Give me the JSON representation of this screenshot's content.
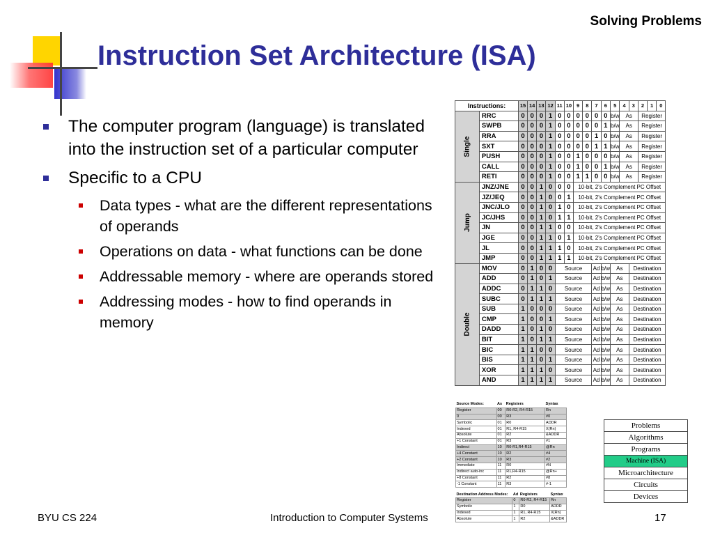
{
  "header": {
    "section": "Solving Problems",
    "title": "Instruction Set Architecture (ISA)"
  },
  "bullets": [
    {
      "text": "The computer program (language) is translated into the instruction set of a particular computer",
      "sub": []
    },
    {
      "text": "Specific to a CPU",
      "sub": [
        "Data types - what are the different representations of operands",
        "Operations on data - what functions can be done",
        "Addressable memory - where are operands stored",
        "Addressing modes - how to find operands in memory"
      ]
    }
  ],
  "isa": {
    "header_label": "Instructions:",
    "bits": [
      "15",
      "14",
      "13",
      "12",
      "11",
      "10",
      "9",
      "8",
      "7",
      "6",
      "5",
      "4",
      "3",
      "2",
      "1",
      "0"
    ],
    "groups": [
      {
        "name": "Single",
        "rows": [
          {
            "m": "RRC",
            "b": "0001000000",
            "bw": "b/w",
            "as": "As",
            "dst": "Register"
          },
          {
            "m": "SWPB",
            "b": "0001000001",
            "bw": "b/w",
            "as": "As",
            "dst": "Register"
          },
          {
            "m": "RRA",
            "b": "0001000010",
            "bw": "b/w",
            "as": "As",
            "dst": "Register"
          },
          {
            "m": "SXT",
            "b": "0001000011",
            "bw": "b/w",
            "as": "As",
            "dst": "Register"
          },
          {
            "m": "PUSH",
            "b": "0001001000",
            "bw": "b/w",
            "as": "As",
            "dst": "Register"
          },
          {
            "m": "CALL",
            "b": "0001001001",
            "bw": "b/w",
            "as": "As",
            "dst": "Register"
          },
          {
            "m": "RETI",
            "b": "0001001100",
            "bw": "b/w",
            "as": "As",
            "dst": "Register"
          }
        ]
      },
      {
        "name": "Jump",
        "rows": [
          {
            "m": "JNZ/JNE",
            "b": "001000"
          },
          {
            "m": "JZ/JEQ",
            "b": "001001"
          },
          {
            "m": "JNC/JLO",
            "b": "001010"
          },
          {
            "m": "JC/JHS",
            "b": "001011"
          },
          {
            "m": "JN",
            "b": "001100"
          },
          {
            "m": "JGE",
            "b": "001101"
          },
          {
            "m": "JL",
            "b": "001110"
          },
          {
            "m": "JMP",
            "b": "001111"
          }
        ],
        "offset": "10-bit, 2's Complement PC Offset"
      },
      {
        "name": "Double",
        "rows": [
          {
            "m": "MOV",
            "b": "0100"
          },
          {
            "m": "ADD",
            "b": "0101"
          },
          {
            "m": "ADDC",
            "b": "0110"
          },
          {
            "m": "SUBC",
            "b": "0111"
          },
          {
            "m": "SUB",
            "b": "1000"
          },
          {
            "m": "CMP",
            "b": "1001"
          },
          {
            "m": "DADD",
            "b": "1010"
          },
          {
            "m": "BIT",
            "b": "1011"
          },
          {
            "m": "BIC",
            "b": "1100"
          },
          {
            "m": "BIS",
            "b": "1101"
          },
          {
            "m": "XOR",
            "b": "1110"
          },
          {
            "m": "AND",
            "b": "1111"
          }
        ],
        "src": "Source",
        "ad": "Ad",
        "bw": "b/w",
        "as": "As",
        "dst": "Destination"
      }
    ]
  },
  "source_modes": {
    "headers": [
      "Source Modes:",
      "As",
      "Registers",
      "Syntax"
    ],
    "rows": [
      [
        "Register",
        "00",
        "R0-R2, R4-R15",
        "Rn",
        true
      ],
      [
        "0",
        "00",
        "R3",
        "#0",
        true
      ],
      [
        "Symbolic",
        "01",
        "R0",
        "ADDR",
        false
      ],
      [
        "Indexed",
        "01",
        "R1, R4-R15",
        "X(Rn)",
        false
      ],
      [
        "Absolute",
        "01",
        "R2",
        "&ADDR",
        false
      ],
      [
        "+1 Constant",
        "01",
        "R3",
        "#1",
        false
      ],
      [
        "Indirect",
        "10",
        "R0-R1,R4-R15",
        "@Rn",
        true
      ],
      [
        "+4 Constant",
        "10",
        "R2",
        "#4",
        true
      ],
      [
        "+2 Constant",
        "10",
        "R3",
        "#2",
        true
      ],
      [
        "Immediate",
        "11",
        "R0",
        "#N",
        false
      ],
      [
        "Indirect auto-inc",
        "11",
        "R1,R4-R15",
        "@Rn+",
        false
      ],
      [
        "+8 Constant",
        "11",
        "R2",
        "#8",
        false
      ],
      [
        "-1 Constant",
        "11",
        "R3",
        "#-1",
        false
      ]
    ]
  },
  "dest_modes": {
    "headers": [
      "Destination Address Modes:",
      "Ad",
      "Registers",
      "Syntax"
    ],
    "rows": [
      [
        "Register",
        "0",
        "R0-R2, R4-R15",
        "Rn",
        true
      ],
      [
        "Symbolic",
        "1",
        "R0",
        "ADDR",
        false
      ],
      [
        "Indexed",
        "1",
        "R1, R4-R15",
        "X(Rn)",
        false
      ],
      [
        "Absolute",
        "1",
        "R2",
        "&ADDR",
        false
      ]
    ]
  },
  "stack": [
    "Problems",
    "Algorithms",
    "Programs",
    "Machine (ISA)",
    "Microarchitecture",
    "Circuits",
    "Devices"
  ],
  "footer": {
    "left": "BYU CS 224",
    "center": "Introduction to Computer Systems",
    "page": "17"
  },
  "colors": {
    "title": "#2e2e99",
    "bullet1": "#2e2e99",
    "bullet2": "#cc0000",
    "highlight": "#22cc88"
  }
}
